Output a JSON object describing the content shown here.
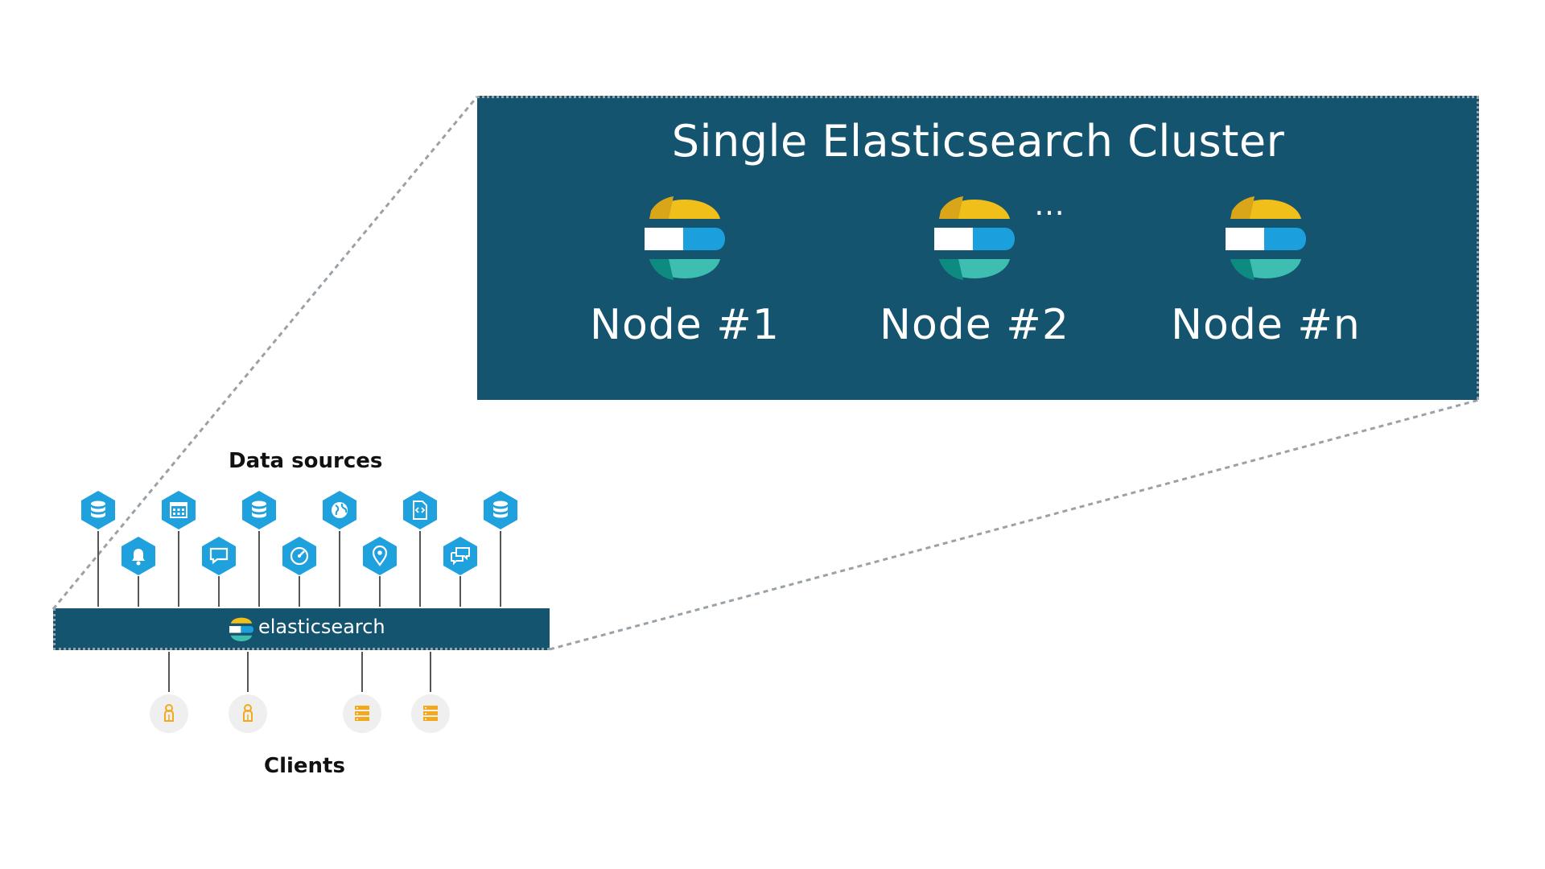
{
  "cluster": {
    "title": "Single Elasticsearch Cluster",
    "nodes": [
      {
        "label": "Node #1",
        "icon": "elasticsearch-logo-icon"
      },
      {
        "label": "Node #2",
        "icon": "elasticsearch-logo-icon"
      },
      {
        "label": "Node #n",
        "icon": "elasticsearch-logo-icon"
      }
    ],
    "ellipsis": "…"
  },
  "data_sources": {
    "title": "Data sources",
    "icons": [
      "database-icon",
      "bell-icon",
      "calendar-icon",
      "chat-icon",
      "database-icon",
      "gauge-icon",
      "globe-icon",
      "location-pin-icon",
      "code-file-icon",
      "conversation-icon",
      "database-icon"
    ]
  },
  "elasticsearch_bar": {
    "label": "elasticsearch"
  },
  "clients": {
    "title": "Clients",
    "icons": [
      "person-icon",
      "person-icon",
      "server-icon",
      "server-icon"
    ]
  },
  "colors": {
    "cluster_bg": "#14546f",
    "hex_blue": "#1fa1dd",
    "logo_yellow": "#f0bf1a",
    "logo_blue": "#1ba0dd",
    "logo_teal": "#3ebeb0",
    "client_orange": "#f3a91b"
  }
}
